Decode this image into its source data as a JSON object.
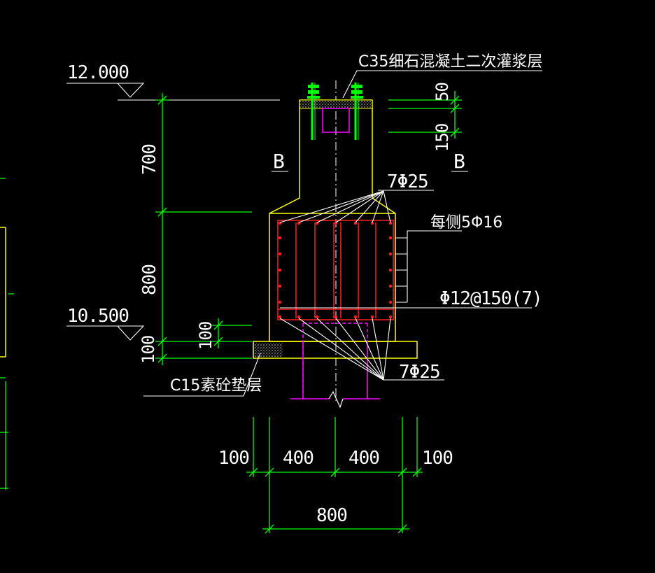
{
  "colors": {
    "background": "#000000",
    "dimension": "#00ff00",
    "concrete": "#ffff00",
    "rebar": "#ff2020",
    "column": "#ff00ff",
    "text": "#ffffff"
  },
  "elevations": {
    "top": "12.000",
    "bottom": "10.500"
  },
  "labels": {
    "grout": "C35细石混凝土二次灌浆层",
    "cushion": "C15素砼垫层",
    "top_bars": "7Φ25",
    "side_bars": "每侧5Φ16",
    "stirrups": "Φ12@150(7)",
    "bottom_bars": "7Φ25",
    "section_left": "B",
    "section_right": "B"
  },
  "dimensions": {
    "vertical_left": [
      "700",
      "800",
      "100",
      "100"
    ],
    "vertical_right": [
      "50",
      "150"
    ],
    "horizontal_row": [
      "100",
      "400",
      "400",
      "100"
    ],
    "horizontal_total": "800"
  }
}
